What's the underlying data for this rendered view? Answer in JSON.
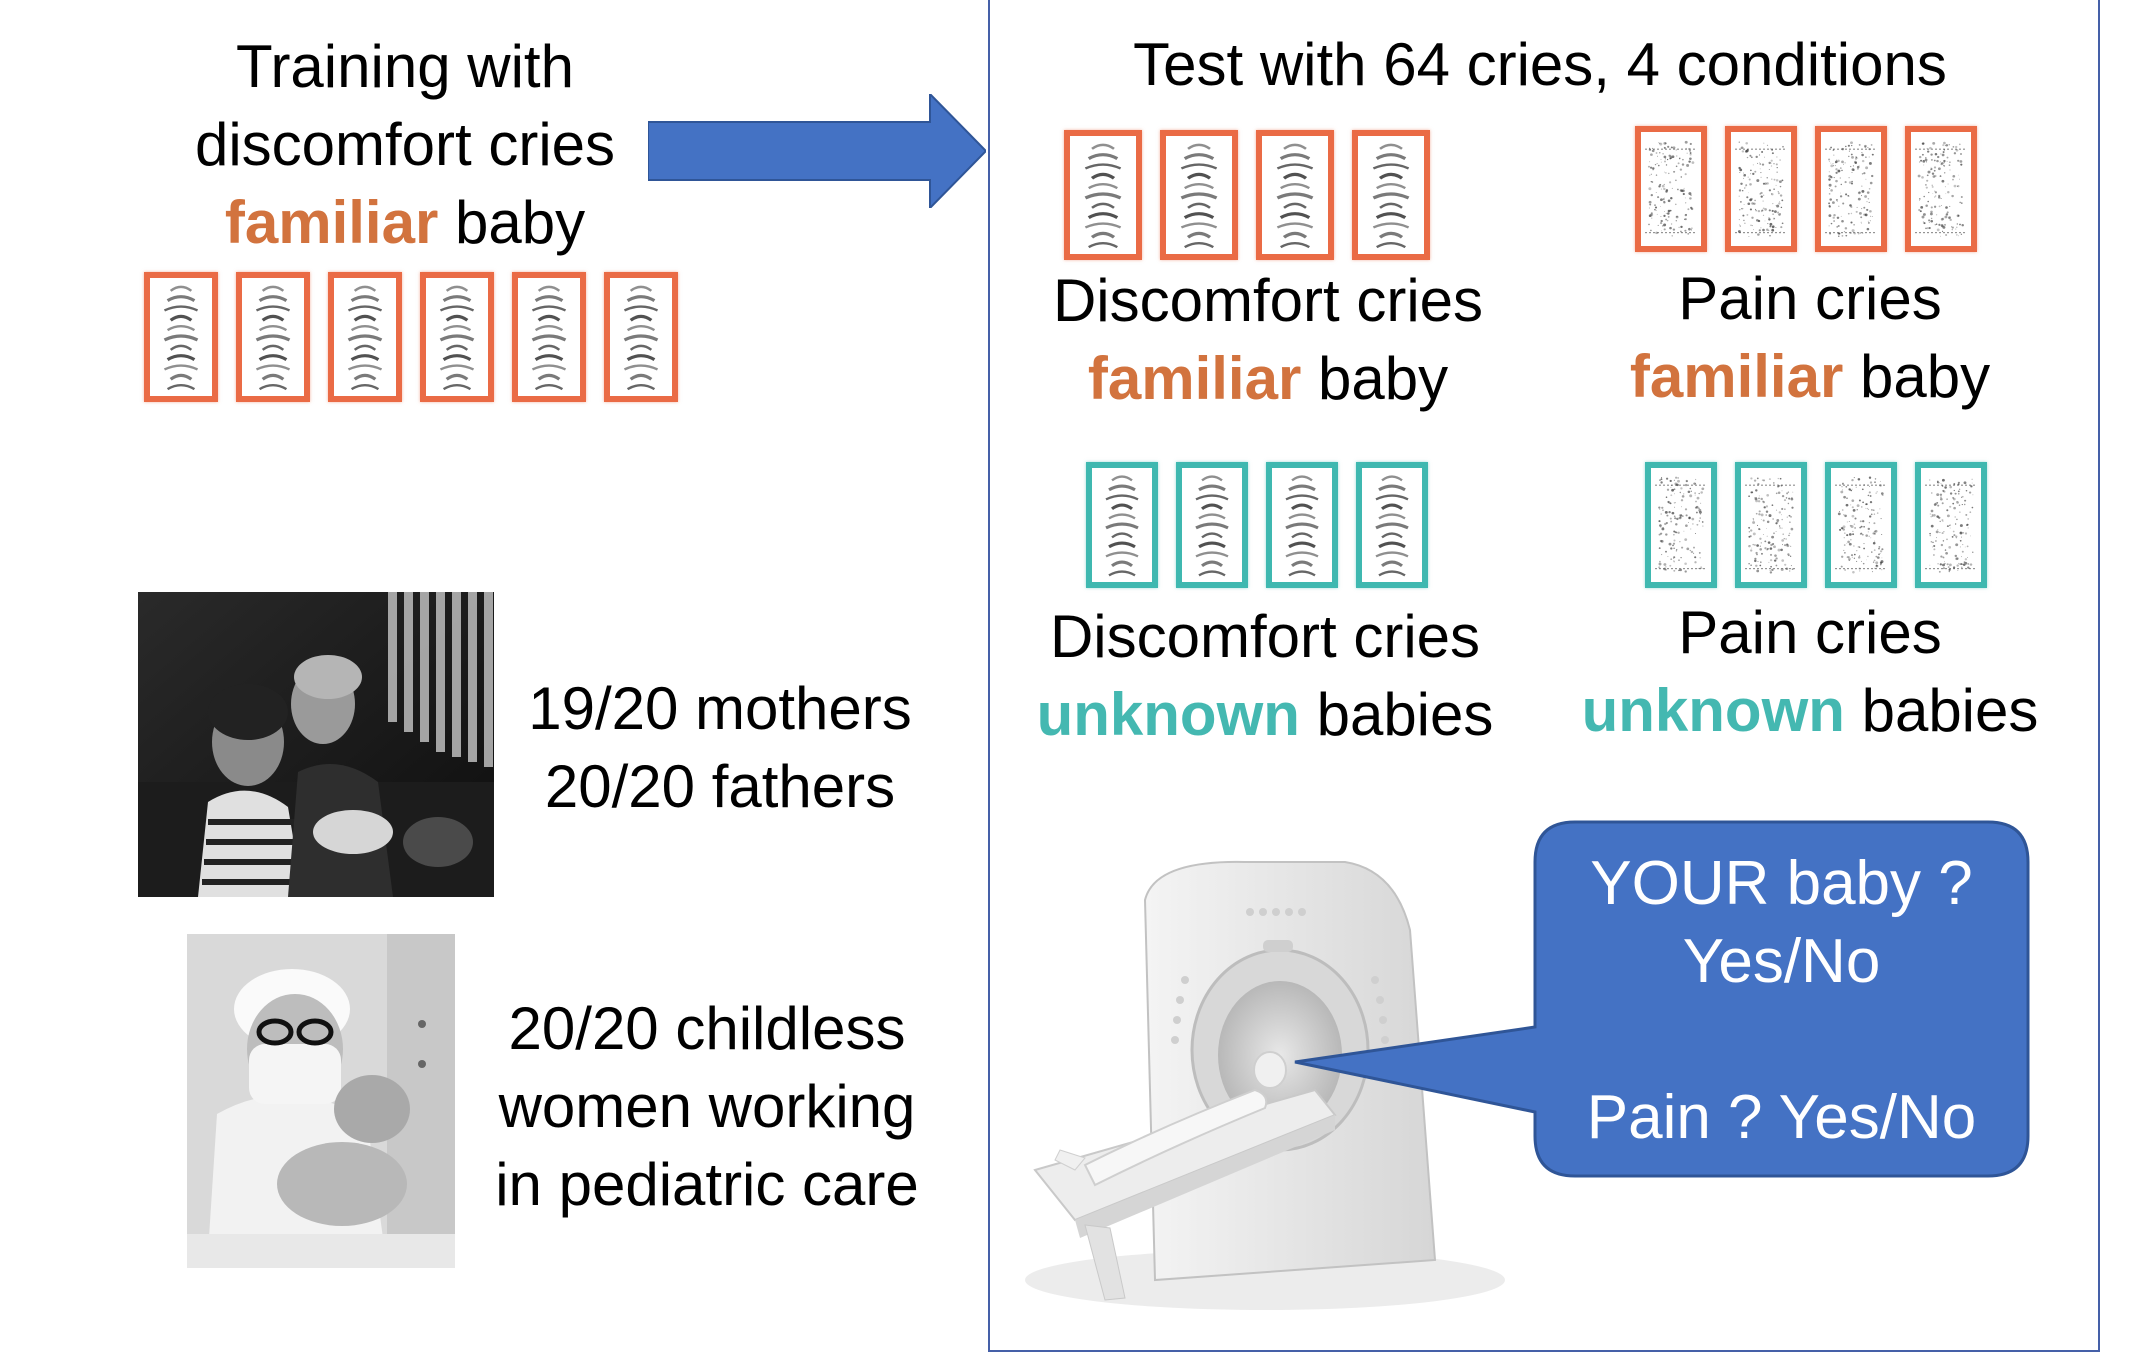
{
  "training": {
    "line1": "Training with",
    "line2": "discomfort cries",
    "highlight": "familiar",
    "rest": " baby"
  },
  "test": {
    "title": "Test with 64 cries, 4 conditions",
    "conditions": [
      {
        "line1": "Discomfort cries",
        "highlight": "familiar",
        "rest": " baby",
        "color": "#d2733e"
      },
      {
        "line1": "Pain cries",
        "highlight": "familiar",
        "rest": " baby",
        "color": "#d2733e"
      },
      {
        "line1": "Discomfort cries",
        "highlight": "unknown",
        "rest": " babies",
        "color": "#44b8b1"
      },
      {
        "line1": "Pain cries",
        "highlight": "unknown",
        "rest": " babies",
        "color": "#44b8b1"
      }
    ]
  },
  "participants": {
    "parents_line1": "19/20 mothers",
    "parents_line2": "20/20 fathers",
    "care_line1": "20/20 childless",
    "care_line2": "women working",
    "care_line3": "in pediatric care"
  },
  "question": {
    "line1": "YOUR baby ?",
    "line2": "Yes/No",
    "line3": "Pain ? Yes/No"
  },
  "colors": {
    "familiar": "#d2733e",
    "unknown": "#44b8b1",
    "card_orange": "#ea6b45",
    "card_teal": "#3fb8b0",
    "accent_blue": "#4472c4",
    "box_border": "#4560a8"
  },
  "icons": {
    "arrow": "right-arrow-icon",
    "discomfort_card": "spectrogram-harmonic-icon",
    "pain_card": "spectrogram-noise-icon",
    "scanner": "mri-scanner-icon"
  }
}
